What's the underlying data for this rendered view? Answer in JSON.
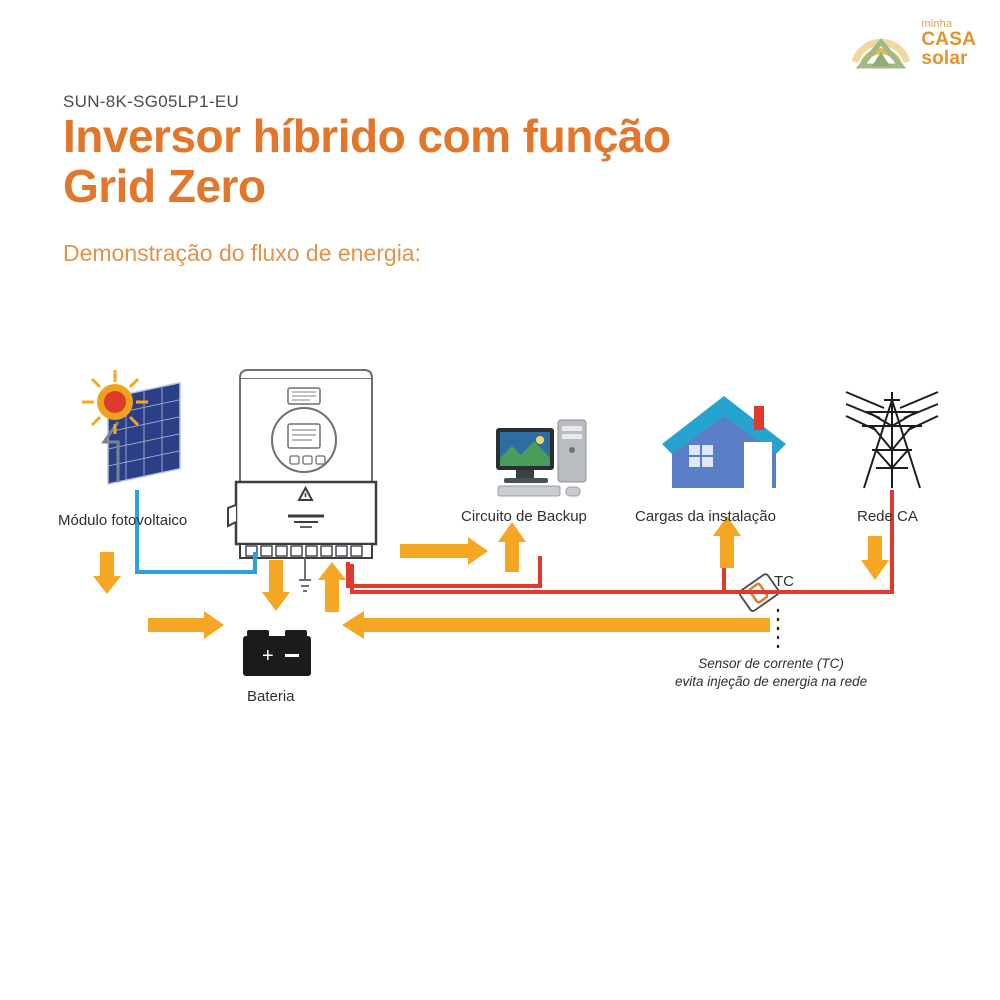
{
  "brand": {
    "line1": "minha",
    "line2": "CASA",
    "line3": "solar",
    "logo_icon": "house-sun-icon",
    "gold": "#cfa84a",
    "orange": "#e2922f"
  },
  "header": {
    "model": "SUN-8K-SG05LP1-EU",
    "title": "Inversor híbrido com função Grid Zero",
    "subtitle": "Demonstração do fluxo de energia:",
    "title_color": "#e2772b",
    "subtitle_color": "#e2924a"
  },
  "diagram": {
    "nodes": [
      {
        "id": "pv",
        "label": "Módulo fotovoltaico",
        "icon": "solar-panel-icon"
      },
      {
        "id": "inverter",
        "label": "",
        "icon": "hybrid-inverter-icon"
      },
      {
        "id": "backup",
        "label": "Circuito de Backup",
        "icon": "computer-icon"
      },
      {
        "id": "loads",
        "label": "Cargas da instalação",
        "icon": "house-icon"
      },
      {
        "id": "grid",
        "label": "Rede CA",
        "icon": "power-tower-icon"
      },
      {
        "id": "battery",
        "label": "Bateria",
        "icon": "battery-icon"
      },
      {
        "id": "ct",
        "label": "TC",
        "icon": "current-sensor-icon"
      }
    ],
    "sensor_note_line1": "Sensor de corrente (TC)",
    "sensor_note_line2": "evita injeção de energia na rede",
    "colors": {
      "energy_arrow": "#f5a623",
      "ac_line": "#e03a2f",
      "dc_line": "#29a3dd",
      "text": "#2f2f2f"
    },
    "flows": [
      {
        "from": "pv",
        "to": "battery",
        "color": "#f5a623",
        "direction": "down-right"
      },
      {
        "from": "pv",
        "to": "inverter",
        "color": "#29a3dd",
        "direction": "right"
      },
      {
        "from": "inverter",
        "to": "battery",
        "color": "#f5a623",
        "direction": "down"
      },
      {
        "from": "battery",
        "to": "inverter",
        "color": "#f5a623",
        "direction": "up"
      },
      {
        "from": "inverter",
        "to": "backup",
        "color": "#f5a623",
        "direction": "right-up"
      },
      {
        "from": "grid",
        "to": "loads",
        "color": "#e03a2f",
        "direction": "up"
      },
      {
        "from": "grid",
        "to": "inverter",
        "color": "#f5a623",
        "direction": "left"
      }
    ]
  }
}
